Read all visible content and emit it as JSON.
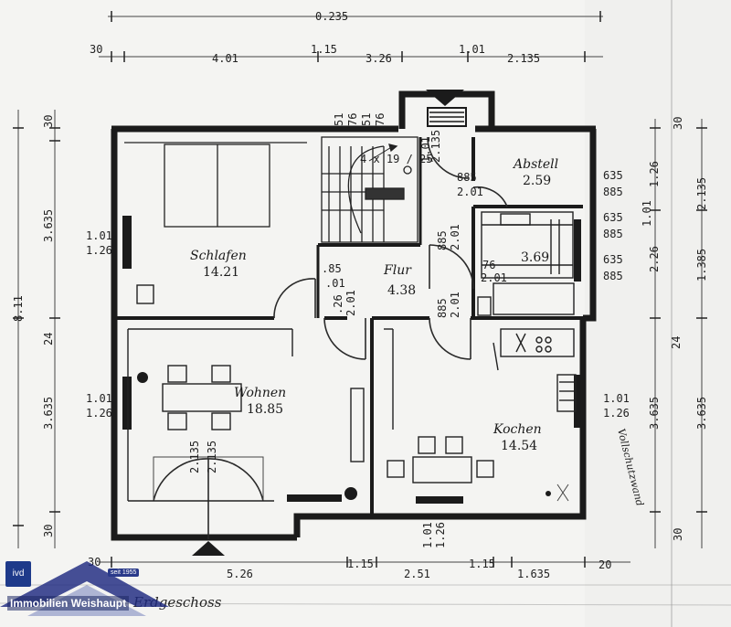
{
  "dimensions": {
    "top_total": "0.235",
    "top": [
      "30",
      "4.01",
      "1.15",
      "3.26",
      "1.01",
      "2.135"
    ],
    "bottom": [
      "30",
      "5.26",
      "1.15",
      "2.51",
      "1.15",
      "1.635",
      "20"
    ],
    "left_total": "8.11",
    "left": [
      "30",
      "3.635",
      "24",
      "3.635",
      "30"
    ],
    "right_outer": [
      "30",
      "1.26",
      "2.135",
      "24",
      "3.635",
      "30"
    ],
    "right_inner": [
      "1.26",
      "1.01",
      "2.26",
      "1.385",
      "3.635"
    ],
    "window_left_upper": [
      "1.01",
      "1.26"
    ],
    "window_left_lower": [
      "1.01",
      "1.26"
    ],
    "window_right_lower": [
      "1.01",
      "1.26"
    ],
    "window_bottom": [
      "1.01",
      "1.26"
    ],
    "stair_top": [
      "51",
      "76",
      "51",
      "76"
    ],
    "abstell_side": [
      "635",
      "885",
      "635",
      "885",
      "635",
      "885"
    ],
    "flur_small": [
      "885",
      "2.01",
      "76",
      "2.01",
      "885",
      "2.01"
    ],
    "door_small": [
      ".85",
      ".01",
      ".26",
      "2.01"
    ],
    "stair_note": "4 x 19 / 25",
    "door_top": [
      "1.01",
      "2.135"
    ],
    "door_french": [
      "2.135",
      "2.135"
    ]
  },
  "rooms": {
    "schlafen": {
      "name": "Schlafen",
      "area": "14.21"
    },
    "flur": {
      "name": "Flur",
      "area": "4.38"
    },
    "abstell": {
      "name": "Abstell",
      "area": "2.59"
    },
    "bad": {
      "area": "3.69"
    },
    "wohnen": {
      "name": "Wohnen",
      "area": "18.85"
    },
    "kochen": {
      "name": "Kochen",
      "area": "14.54"
    }
  },
  "notes": {
    "side_note": "Vollschutzwand",
    "floor_label": "Erdgeschoss"
  },
  "brand": {
    "badge": "ivd",
    "name": "Immobilien Weishaupt",
    "since": "seit 1955"
  }
}
